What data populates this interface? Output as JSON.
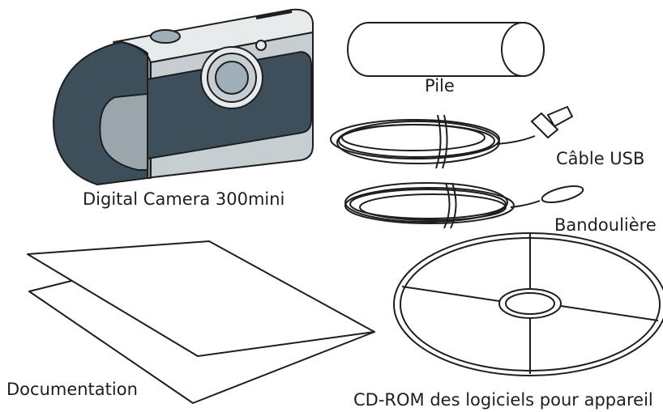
{
  "items": {
    "camera": {
      "label": "Digital Camera 300mini",
      "icon": "camera-icon"
    },
    "battery": {
      "label": "Pile",
      "icon": "battery-icon"
    },
    "usb_cable": {
      "label": "Câble USB",
      "icon": "usb-cable-icon"
    },
    "strap": {
      "label": "Bandoulière",
      "icon": "strap-icon"
    },
    "documentation": {
      "label": "Documentation",
      "icon": "documentation-icon"
    },
    "cdrom": {
      "label": "CD-ROM des logiciels pour appareil",
      "icon": "cdrom-icon"
    }
  },
  "colors": {
    "ink": "#1e1e1e",
    "body_dark": "#3d4f5a",
    "body_mid": "#7f8b91",
    "body_light": "#c7ced1",
    "lens": "#9fb0b8"
  }
}
